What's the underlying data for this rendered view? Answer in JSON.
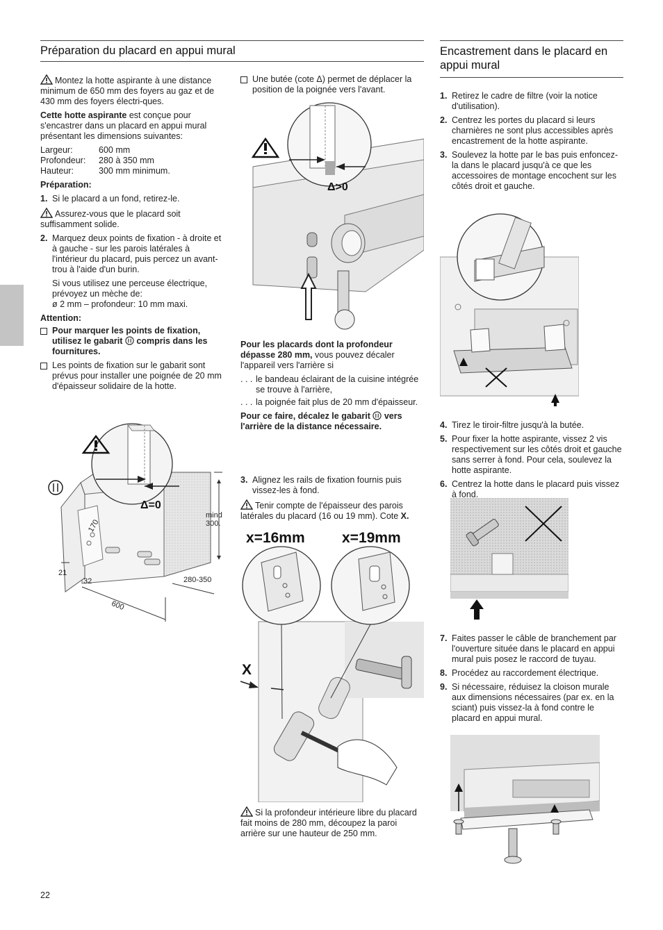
{
  "page_number": "22",
  "left_section": {
    "title": "Préparation du placard en appui mural",
    "warning_intro": "Montez la hotte aspirante à une distance minimum de 650 mm des foyers au gaz et de 430 mm des foyers électri-ques.",
    "hood_bold": "Cette hotte aspirante",
    "hood_text": " est conçue pour s'encastrer dans un placard en appui mural présentant les dimensions suivantes:",
    "dimensions": [
      {
        "label": "Largeur:",
        "value": "600 mm"
      },
      {
        "label": "Profondeur:",
        "value": "280 à 350 mm"
      },
      {
        "label": "Hauteur:",
        "value": "300 mm minimum."
      }
    ],
    "prep_heading": "Préparation:",
    "step1": "Si le placard a un fond, retirez-le.",
    "step1_warning": "Assurez-vous que le placard soit suffisamment solide.",
    "step2": "Marquez deux points de fixation - à droite et à gauche - sur les parois latérales à l'intérieur du placard, puis percez un avant-trou à l'aide d'un burin.",
    "step2_extra": "Si vous utilisez une perceuse électrique, prévoyez un mèche de:",
    "step2_spec": "ø 2 mm – profondeur: 10 mm maxi.",
    "attention_heading": "Attention:",
    "bullet1_a": "Pour marquer les points de fixation, utilisez le gabarit ",
    "bullet1_b": " compris dans les fournitures.",
    "bullet2": "Les points de fixation sur le gabarit sont prévus pour installer une poignée de 20 mm d'épaisseur solidaire de la hotte.",
    "fig_labels": {
      "mind": "mind",
      "min_height": "300.",
      "d170": "170",
      "d21": "21",
      "d32": "32",
      "depth": "280-350",
      "width": "600",
      "delta0": "Δ=0"
    }
  },
  "middle_col": {
    "bullet_top": "Une butée (cote Δ) permet de déplacer la position de la poignée vers l'avant.",
    "delta_gt": "Δ>0",
    "deep_bold": "Pour les placards dont la profondeur dépasse 280 mm,",
    "deep_text": " vous pouvez décaler l'appareil vers l'arrière si",
    "dots": [
      "le bandeau éclairant de la cuisine intégrée se trouve à l'arrière,",
      "la poignée fait plus de 20 mm d'épaisseur."
    ],
    "dots_prefix": ". . .",
    "shift_a": "Pour ce faire, décalez le gabarit ",
    "shift_b": " vers l'arrière de la distance nécessaire.",
    "step3": "Alignez les rails de fixation fournis puis vissez-les à fond.",
    "step3_warning_a": "Tenir compte de l'épaisseur des parois latérales du placard (16 ou 19 mm). Cote ",
    "step3_warning_b": "X.",
    "x16": "x=16mm",
    "x19": "x=19mm",
    "x_label": "X",
    "bottom_warning": "Si la profondeur intérieure libre du placard fait moins de 280 mm, découpez la paroi arrière sur une hauteur de 250 mm."
  },
  "right_section": {
    "title": "Encastrement dans le placard en appui mural",
    "steps_a": [
      {
        "n": "1.",
        "text": "Retirez le cadre de filtre (voir la notice d'utilisation)."
      },
      {
        "n": "2.",
        "text": "Centrez les portes du placard si leurs charnières ne sont plus accessibles après encastrement de la hotte aspirante."
      },
      {
        "n": "3.",
        "text": "Soulevez la hotte par le bas puis enfoncez-la dans le placard jusqu'à ce que les accessoires de montage encochent sur les côtés droit et gauche."
      }
    ],
    "steps_b": [
      {
        "n": "4.",
        "text": "Tirez le tiroir-filtre jusqu'à la butée."
      },
      {
        "n": "5.",
        "text": "Pour fixer la hotte aspirante, vissez 2 vis respectivement sur les côtés droit et gauche sans serrer à fond. Pour cela, soulevez la hotte aspirante."
      },
      {
        "n": "6.",
        "text": "Centrez la hotte dans le placard puis vissez à fond."
      }
    ],
    "steps_c": [
      {
        "n": "7.",
        "text": "Faites passer le câble de branchement par l'ouverture située dans le placard en appui mural puis posez le raccord de tuyau."
      },
      {
        "n": "8.",
        "text": "Procédez au raccordement électrique."
      },
      {
        "n": "9.",
        "text": "Si nécessaire, réduisez la cloison murale aux dimensions nécessaires (par ex. en la sciant) puis vissez-la à fond contre le placard en appui mural."
      }
    ]
  }
}
